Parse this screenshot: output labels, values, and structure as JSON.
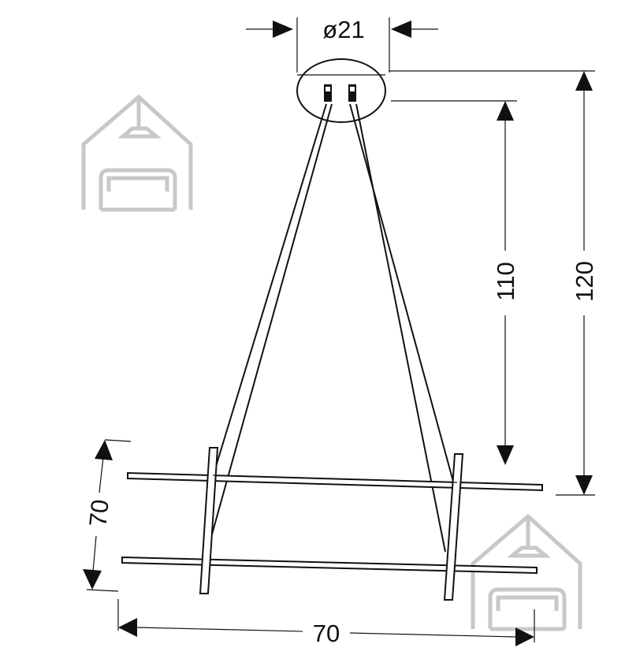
{
  "dimensions": {
    "canopy_diameter": "ø21",
    "total_height": "120",
    "cable_length": "110",
    "frame_depth": "70",
    "frame_width": "70"
  },
  "watermark_icon": "house-with-lamp-and-sofa-icon",
  "colors": {
    "line": "#111111",
    "watermark": "#c8c8c8",
    "background": "#ffffff"
  }
}
